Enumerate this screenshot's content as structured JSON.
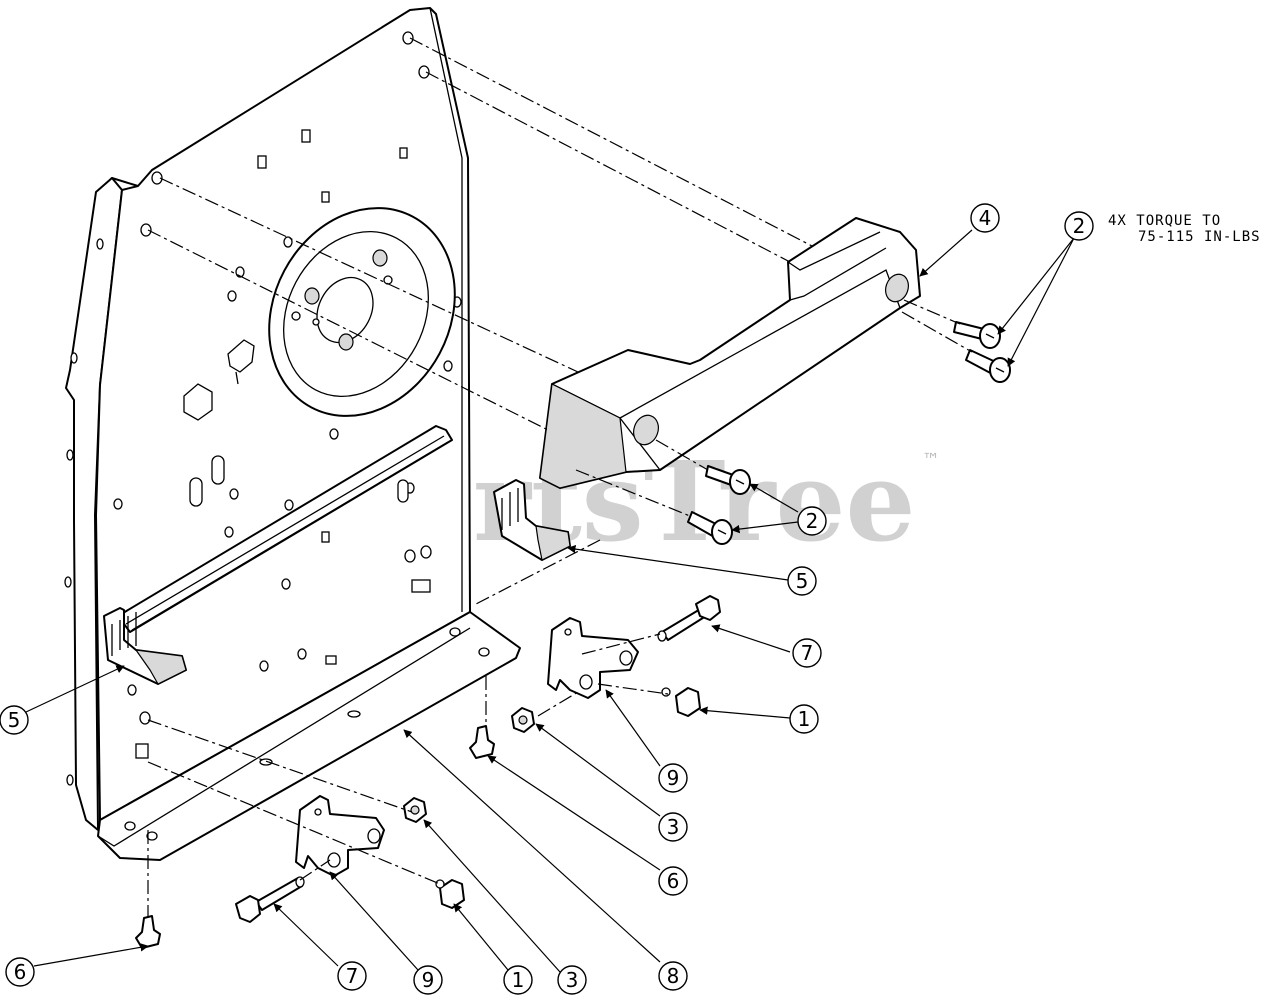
{
  "note": {
    "line1": "4X TORQUE TO",
    "line2": "75-115 IN-LBS"
  },
  "watermark": {
    "brand": "PartsTree",
    "trademark": "™"
  },
  "callouts": [
    {
      "id": "c4-top",
      "number": "4"
    },
    {
      "id": "c2-note",
      "number": "2"
    },
    {
      "id": "c2-mid",
      "number": "2"
    },
    {
      "id": "c5-right",
      "number": "5"
    },
    {
      "id": "c7-right",
      "number": "7"
    },
    {
      "id": "c1-right",
      "number": "1"
    },
    {
      "id": "c9-right",
      "number": "9"
    },
    {
      "id": "c3-right",
      "number": "3"
    },
    {
      "id": "c6-right",
      "number": "6"
    },
    {
      "id": "c8-bottom",
      "number": "8"
    },
    {
      "id": "c5-left",
      "number": "5"
    },
    {
      "id": "c6-left",
      "number": "6"
    },
    {
      "id": "c7-bottom",
      "number": "7"
    },
    {
      "id": "c9-bottom",
      "number": "9"
    },
    {
      "id": "c1-bottom",
      "number": "1"
    },
    {
      "id": "c3-bottom",
      "number": "3"
    }
  ],
  "colors": {
    "ink": "#000000",
    "background": "#ffffff",
    "watermark": "#7a7a7a"
  }
}
